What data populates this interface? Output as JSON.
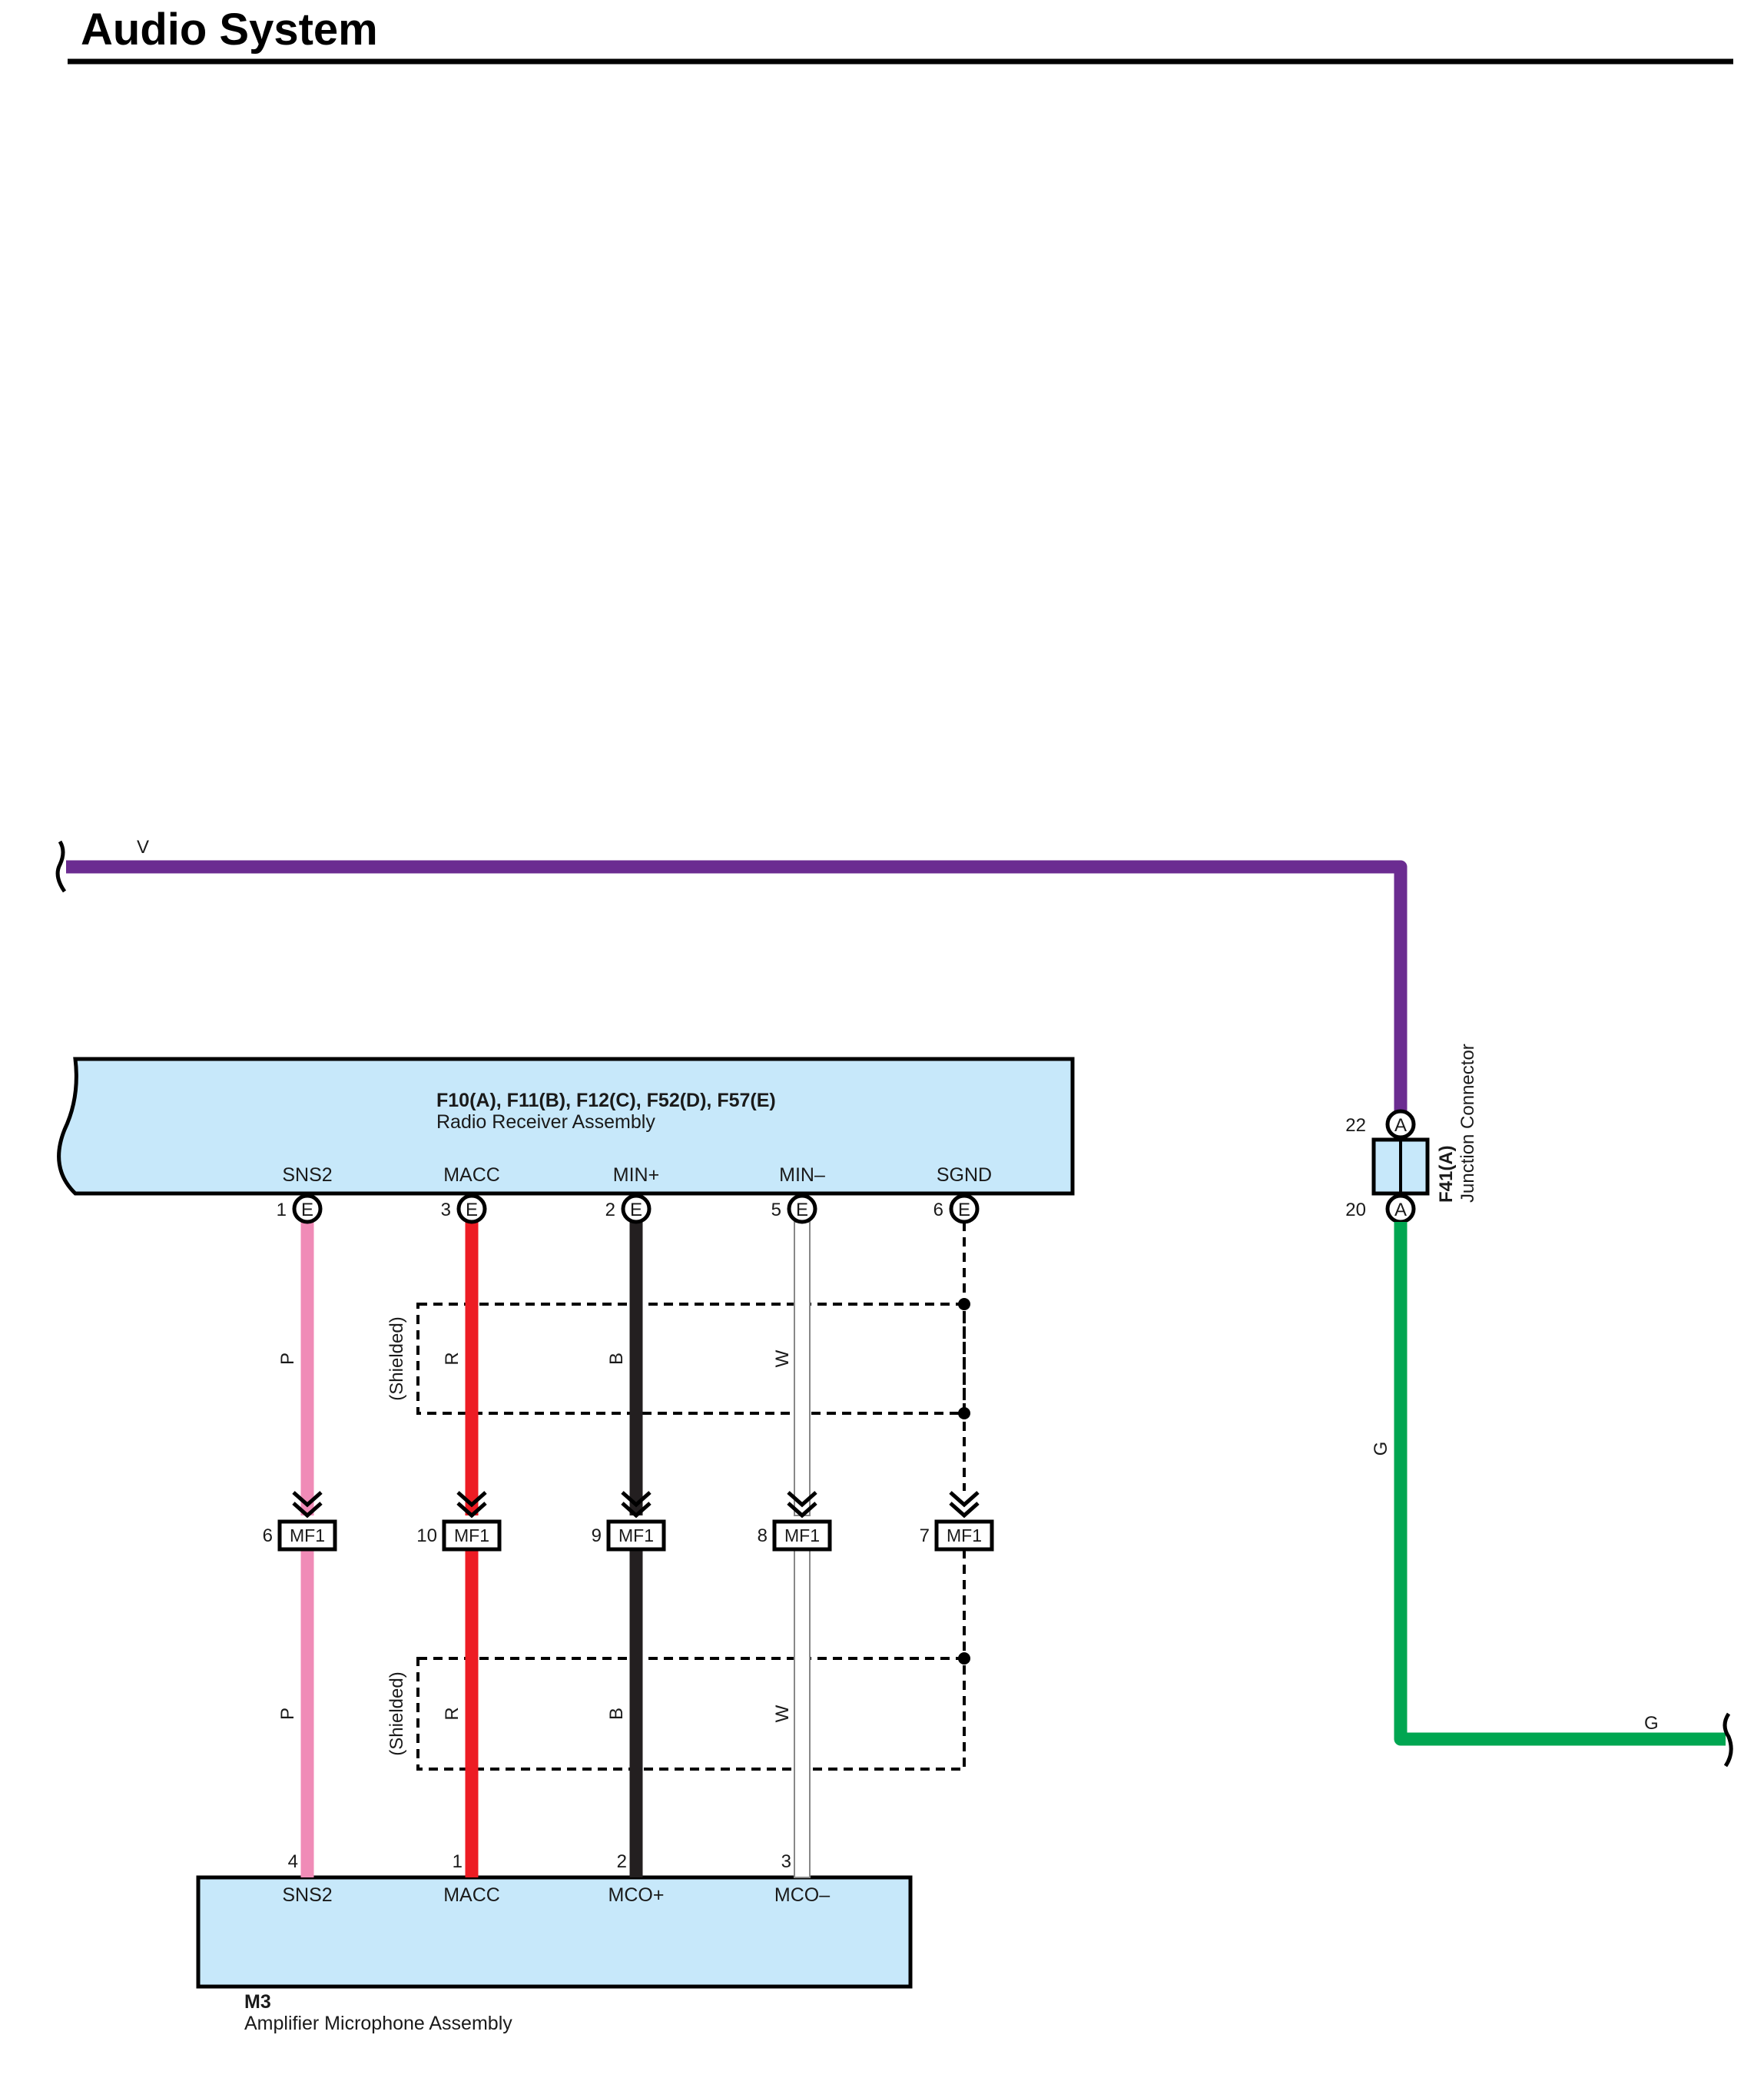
{
  "page_title": "Audio System",
  "colors": {
    "box_fill": "#c7e8fa",
    "violet": "#6b2c91",
    "green": "#00a651",
    "pink": "#f08bb7",
    "red": "#ed1c24",
    "black": "#231f20",
    "white_wire": "#ffffff"
  },
  "radio_receiver": {
    "connectors": "F10(A), F11(B), F12(C), F52(D), F57(E)",
    "name": "Radio Receiver Assembly",
    "pins": [
      {
        "label": "SNS2",
        "num": "1",
        "conn": "E"
      },
      {
        "label": "MACC",
        "num": "3",
        "conn": "E"
      },
      {
        "label": "MIN+",
        "num": "2",
        "conn": "E"
      },
      {
        "label": "MIN–",
        "num": "5",
        "conn": "E"
      },
      {
        "label": "SGND",
        "num": "6",
        "conn": "E"
      }
    ]
  },
  "amplifier_mic": {
    "connector": "M3",
    "name": "Amplifier Microphone Assembly",
    "pins": [
      {
        "label": "SNS2",
        "num": "4"
      },
      {
        "label": "MACC",
        "num": "1"
      },
      {
        "label": "MCO+",
        "num": "2"
      },
      {
        "label": "MCO–",
        "num": "3"
      }
    ]
  },
  "inline_connectors": [
    {
      "num": "6",
      "name": "MF1"
    },
    {
      "num": "10",
      "name": "MF1"
    },
    {
      "num": "9",
      "name": "MF1"
    },
    {
      "num": "8",
      "name": "MF1"
    },
    {
      "num": "7",
      "name": "MF1"
    }
  ],
  "wire_colors": [
    "P",
    "R",
    "B",
    "W"
  ],
  "shield_label": "(Shielded)",
  "junction": {
    "connector": "F41(A)",
    "name": "Junction Connector",
    "pin_top": {
      "num": "22",
      "conn": "A"
    },
    "pin_bottom": {
      "num": "20",
      "conn": "A"
    }
  },
  "top_wire_label": "V",
  "junction_lower_wire_label": "G",
  "bottom_right_wire_label": "G"
}
